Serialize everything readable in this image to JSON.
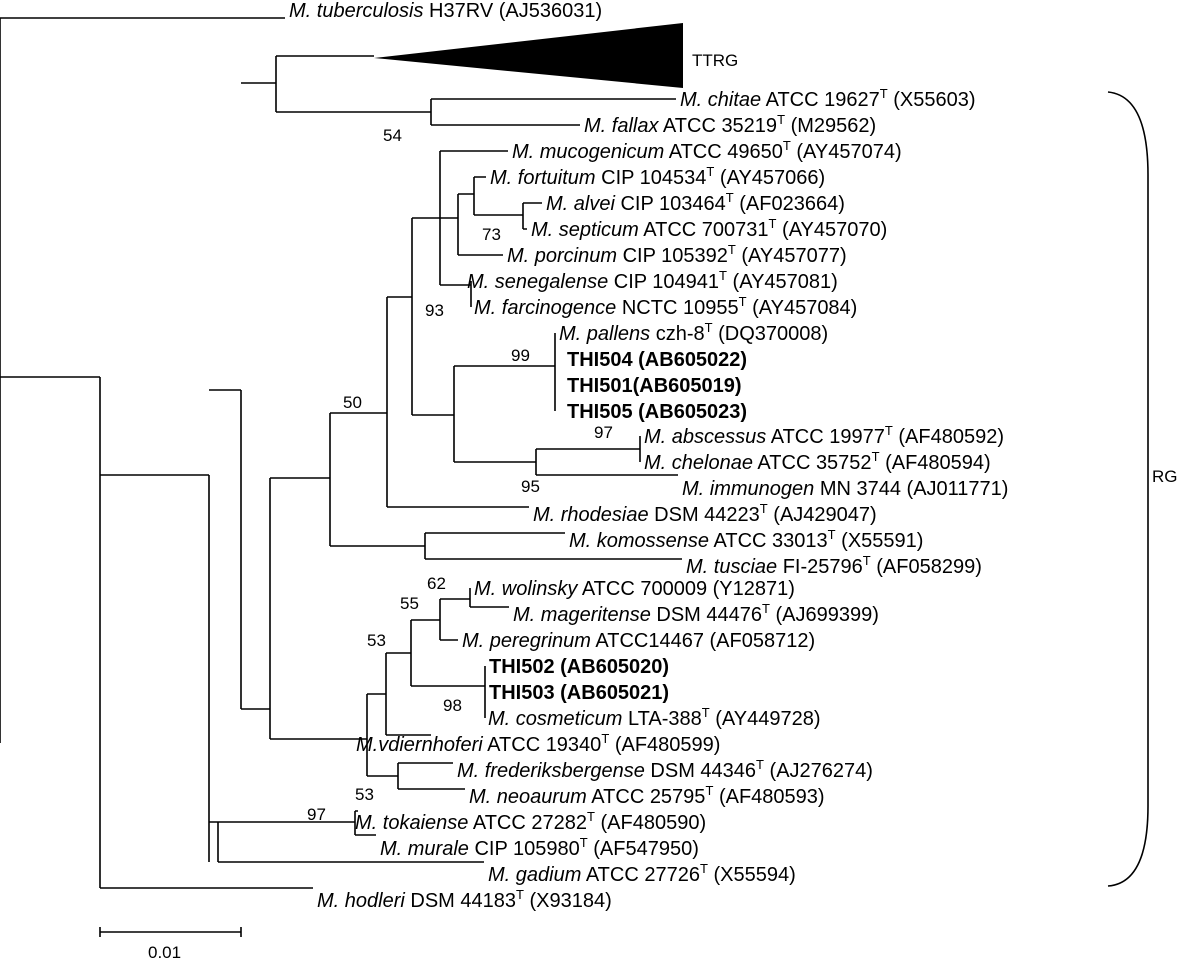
{
  "tree": {
    "leaves": [
      {
        "species": "M. tuberculosis",
        "rest": "H37RV (AJ536031)"
      },
      {
        "species": "M. chitae",
        "rest": "ATCC 19627",
        "type": true,
        "acc": "(X55603)"
      },
      {
        "species": "M. fallax",
        "rest": "ATCC 35219",
        "type": true,
        "acc": "(M29562)"
      },
      {
        "species": "M. mucogenicum",
        "rest": "ATCC 49650",
        "type": true,
        "acc": "(AY457074)"
      },
      {
        "species": "M. fortuitum",
        "rest": "CIP 104534",
        "type": true,
        "acc": "(AY457066)"
      },
      {
        "species": "M. alvei",
        "rest": "CIP 103464",
        "type": true,
        "acc": "(AF023664)"
      },
      {
        "species": "M. septicum",
        "rest": "ATCC 700731",
        "type": true,
        "acc": "(AY457070)"
      },
      {
        "species": "M. porcinum",
        "rest": "CIP 105392",
        "type": true,
        "acc": "(AY457077)"
      },
      {
        "species": "M. senegalense",
        "rest": " CIP 104941",
        "type": true,
        "acc": "(AY457081)"
      },
      {
        "species": "M. farcinogence",
        "rest": "NCTC 10955",
        "type": true,
        "acc": "(AY457084)"
      },
      {
        "species": "M. pallens",
        "rest": "czh-8",
        "type": true,
        "acc": "(DQ370008)"
      },
      {
        "bold": "THI504 (AB605022)"
      },
      {
        "bold": "THI501(AB605019)"
      },
      {
        "bold": "THI505 (AB605023)"
      },
      {
        "species": "M. abscessus",
        "rest": "ATCC 19977",
        "type": true,
        "acc": "(AF480592)"
      },
      {
        "species": "M. chelonae",
        "rest": "ATCC 35752",
        "type": true,
        "acc": "(AF480594)"
      },
      {
        "species": "M. immunogen",
        "rest": "MN 3744 (AJ011771)"
      },
      {
        "species": "M. rhodesiae",
        "rest": " DSM 44223",
        "type": true,
        "acc": "(AJ429047)"
      },
      {
        "species": "M. komossense",
        "rest": "ATCC 33013",
        "type": true,
        "acc": "(X55591)"
      },
      {
        "species": "M. tusciae",
        "rest": "FI-25796",
        "type": true,
        "acc": "(AF058299)"
      },
      {
        "species": "M. wolinsky",
        "rest": "ATCC 700009 (Y12871)"
      },
      {
        "species": "M. mageritense",
        "rest": "DSM 44476",
        "type": true,
        "acc": "(AJ699399)"
      },
      {
        "species": "M. peregrinum",
        "rest": "ATCC14467 (AF058712)"
      },
      {
        "bold": "THI502 (AB605020)"
      },
      {
        "bold": "THI503 (AB605021)"
      },
      {
        "species": "M. cosmeticum",
        "rest": "LTA-388",
        "type": true,
        "acc": "(AY449728)"
      },
      {
        "species": "M.vdiernhoferi",
        "rest": "ATCC 19340",
        "type": true,
        "acc": "(AF480599)"
      },
      {
        "species": "M. frederiksbergense",
        "rest": "DSM 44346",
        "type": true,
        "acc": "(AJ276274)"
      },
      {
        "species": "M. neoaurum",
        "rest": "ATCC 25795",
        "type": true,
        "acc": "(AF480593)"
      },
      {
        "species": "M. tokaiense",
        "rest": "ATCC 27282",
        "type": true,
        "acc": "(AF480590)"
      },
      {
        "species": "M. murale",
        "rest": "CIP 105980",
        "type": true,
        "acc": "(AF547950)"
      },
      {
        "species": "M. gadium",
        "rest": "ATCC 27726",
        "type": true,
        "acc": "(X55594)"
      },
      {
        "species": "M. hodleri",
        "rest": "DSM 44183",
        "type": true,
        "acc": "(X93184)"
      }
    ],
    "collapsed_clade_label": "TTRG",
    "group_label": "RG",
    "bootstrap_values": [
      "54",
      "73",
      "93",
      "99",
      "97",
      "50",
      "95",
      "62",
      "55",
      "53",
      "98",
      "97",
      "53"
    ],
    "scale_bar_label": "0.01",
    "type_strain_mark": "T"
  }
}
